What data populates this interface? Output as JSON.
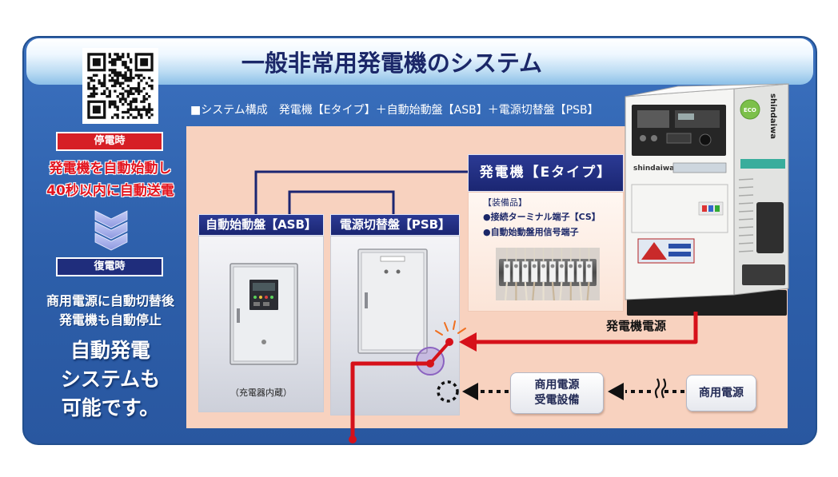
{
  "header": {
    "title": "一般非常用発電機のシステム"
  },
  "left_panel": {
    "outage_label": "停電時",
    "outage_text": [
      "発電機を自動始動し",
      "40秒以内に自動送電"
    ],
    "recovery_label": "復電時",
    "recovery_text": [
      "商用電源に自動切替後",
      "発電機も自動停止"
    ],
    "summary": [
      "自動発電",
      "システムも",
      "可能です。"
    ]
  },
  "system": {
    "composition": "■システム構成　発電機【Eタイプ】＋自動始動盤【ASB】＋電源切替盤【PSB】",
    "generator": {
      "title": "発電機【Eタイプ】",
      "equipment_heading": "【装備品】",
      "equipment": [
        "●接続ターミナル端子【CS】",
        "●自動始動盤用信号端子"
      ],
      "brand": "shindaiwa",
      "badge": "ECO"
    },
    "asb": {
      "title": "自動始動盤【ASB】",
      "note": "（充電器内蔵）"
    },
    "psb": {
      "title": "電源切替盤【PSB】"
    },
    "generator_power_label": "発電機電源",
    "receiving_equipment": [
      "商用電源",
      "受電設備"
    ],
    "commercial_power": "商用電源"
  },
  "icons": {
    "qr": "qr-code",
    "flow": "down-chevron-icon",
    "spark": "spark-icon",
    "arrow": "arrow-left-icon",
    "contact": "dashed-contact-icon"
  },
  "colors": {
    "panel_blue": "#2d5faa",
    "header_light_blue": "#8cc0e8",
    "navy": "#1b2672",
    "alert_red": "#d61f26",
    "power_line_red": "#d6111a",
    "peach": "#f8d2bf"
  }
}
